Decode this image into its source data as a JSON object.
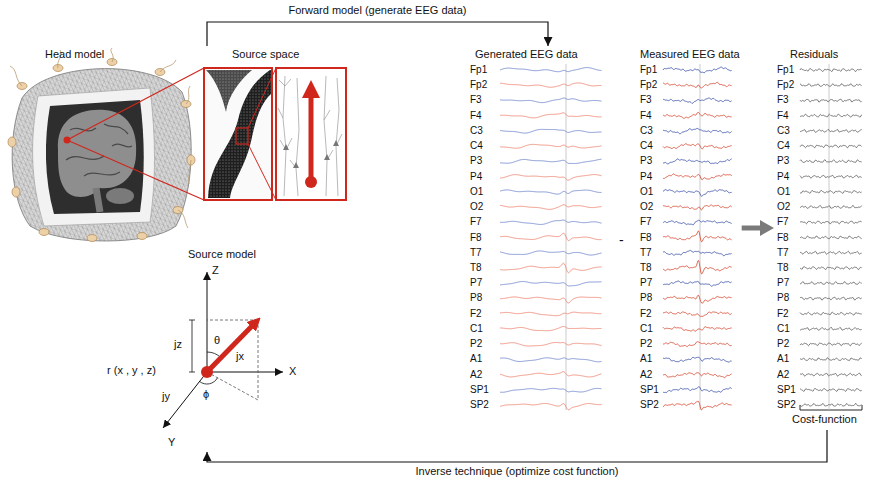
{
  "diagram": {
    "nodes": [
      {
        "text": [
          "Head model"
        ]
      },
      {
        "text": [
          "Source space"
        ]
      },
      {
        "text": [
          "Source model",
          "Z",
          "X",
          "Y",
          "r (x , y , z)",
          "jz",
          "jy",
          "jx",
          "θ",
          "ϕ"
        ]
      },
      {
        "text": [
          "Generated EEG data",
          "Fp1",
          "Fp2",
          "F3",
          "F4",
          "C3",
          "C4",
          "P3",
          "P4",
          "O1",
          "O2",
          "F7",
          "F8",
          "T7",
          "T8",
          "P7",
          "P8",
          "F2",
          "C1",
          "P2",
          "A1",
          "A2",
          "SP1",
          "SP2"
        ]
      },
      {
        "text": [
          "Measured EEG data",
          "Fp1",
          "Fp2",
          "F3",
          "F4",
          "C3",
          "C4",
          "P3",
          "P4",
          "O1",
          "O2",
          "F7",
          "F8",
          "T7",
          "T8",
          "P7",
          "P8",
          "F2",
          "C1",
          "P2",
          "A1",
          "A2",
          "SP1",
          "SP2"
        ]
      },
      {
        "text": [
          "Residuals",
          "Fp1",
          "Fp2",
          "F3",
          "F4",
          "C3",
          "C4",
          "P3",
          "P4",
          "O1",
          "O2",
          "F7",
          "F8",
          "T7",
          "T8",
          "P7",
          "P8",
          "F2",
          "C1",
          "P2",
          "A1",
          "A2",
          "SP1",
          "SP2",
          "Cost-function"
        ]
      }
    ],
    "edges": [
      {
        "from": 1,
        "to": 3,
        "label": "Forward model (generate EEG data)",
        "arrow": "to"
      },
      {
        "from": 4,
        "to": 5,
        "arrow": "to"
      },
      {
        "from": 5,
        "to": 2,
        "label": "Inverse technique (optimize cost function)",
        "arrow": "to"
      }
    ],
    "labels": [
      "-"
    ]
  }
}
